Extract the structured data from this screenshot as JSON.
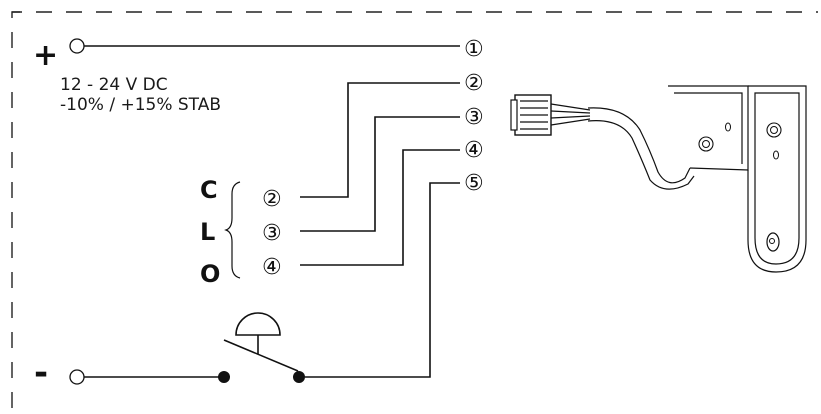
{
  "supply": {
    "plus_sign": "+",
    "minus_sign": "-",
    "voltage_line1": "12 - 24 V DC",
    "voltage_line2": "-10% / +15% STAB"
  },
  "connector_pins": [
    "①",
    "②",
    "③",
    "④",
    "⑤"
  ],
  "inputs": [
    {
      "letter": "C",
      "pin": "②"
    },
    {
      "letter": "L",
      "pin": "③"
    },
    {
      "letter": "O",
      "pin": "④"
    }
  ]
}
